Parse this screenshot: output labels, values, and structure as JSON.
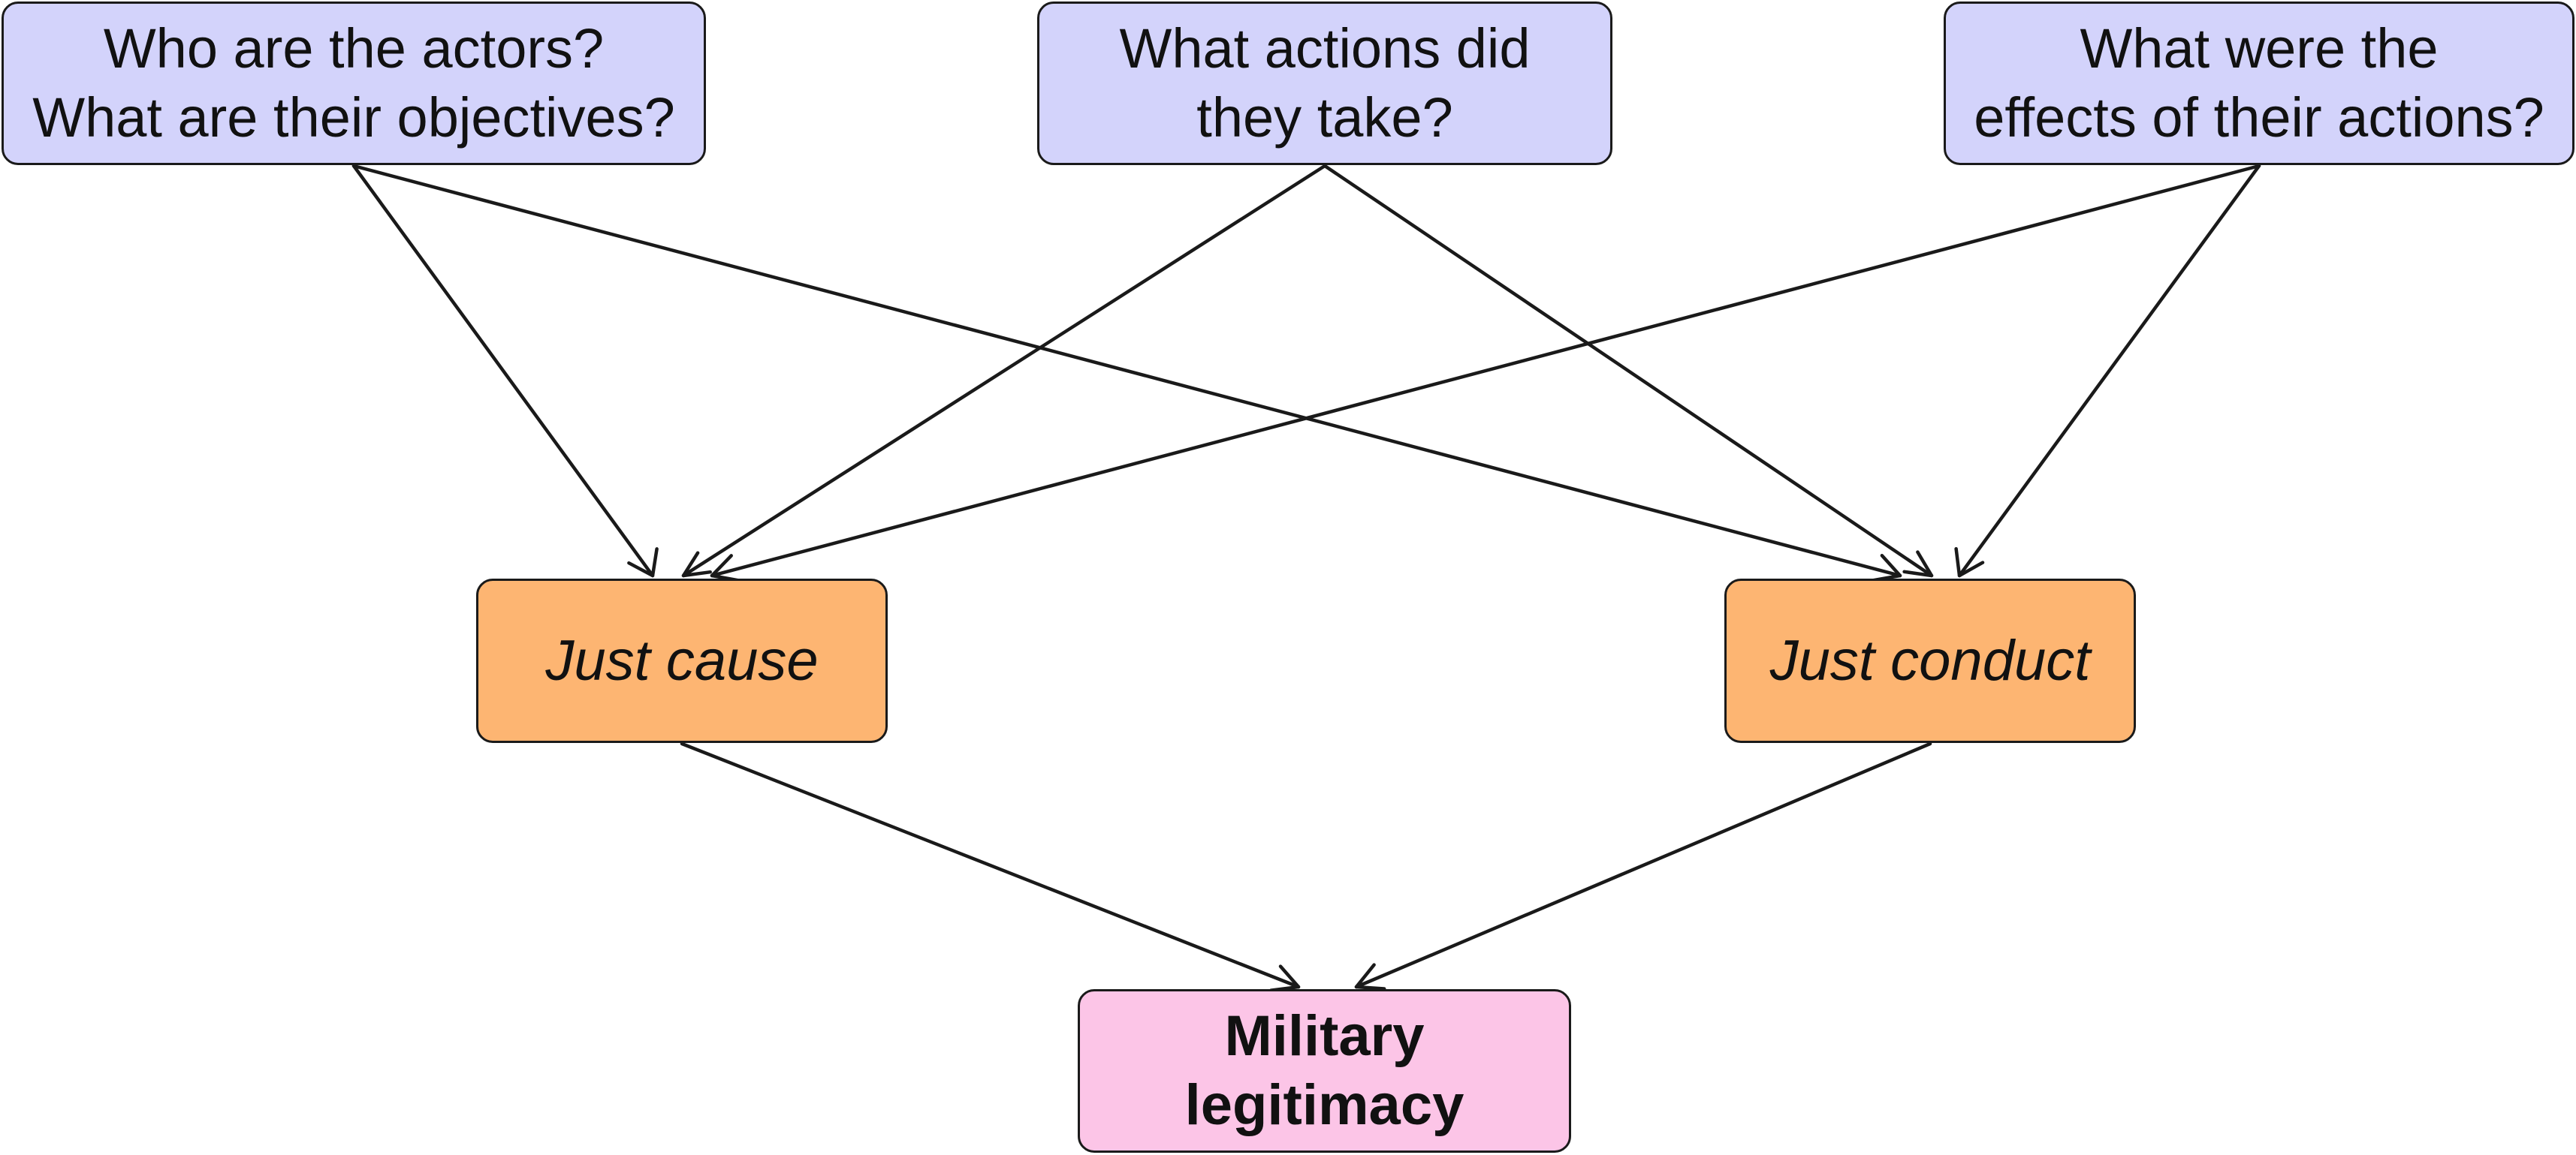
{
  "nodes": {
    "actors": {
      "line1": "Who are the actors?",
      "line2": "What are their objectives?"
    },
    "actions": {
      "line1": "What actions did",
      "line2": "they take?"
    },
    "effects": {
      "line1": "What were the",
      "line2": "effects of their actions?"
    },
    "cause": {
      "label": "Just cause"
    },
    "conduct": {
      "label": "Just conduct"
    },
    "legit": {
      "line1": "Military",
      "line2": "legitimacy"
    }
  },
  "edges": [
    {
      "from": "actors",
      "to": "cause"
    },
    {
      "from": "actors",
      "to": "conduct"
    },
    {
      "from": "actions",
      "to": "cause"
    },
    {
      "from": "actions",
      "to": "conduct"
    },
    {
      "from": "effects",
      "to": "cause"
    },
    {
      "from": "effects",
      "to": "conduct"
    },
    {
      "from": "cause",
      "to": "legit"
    },
    {
      "from": "conduct",
      "to": "legit"
    }
  ],
  "colors": {
    "question_fill": "#d3d3fb",
    "criterion_fill": "#fdb572",
    "outcome_fill": "#fcc5e7",
    "stroke": "#1a1a1a"
  }
}
